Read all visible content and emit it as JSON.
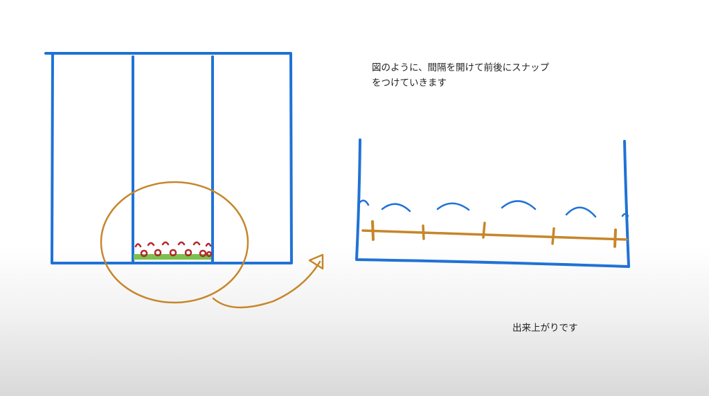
{
  "notes": {
    "instruction_line1": "図のように、間隔を開けて前後にスナップ",
    "instruction_line2": "をつけていきます",
    "result": "出来上がりです"
  },
  "colors": {
    "outline_blue": "#1f72d6",
    "ellipse_brown": "#c6862a",
    "snap_red": "#b3262a",
    "strip_green": "#7cc04e",
    "text": "#222222"
  }
}
